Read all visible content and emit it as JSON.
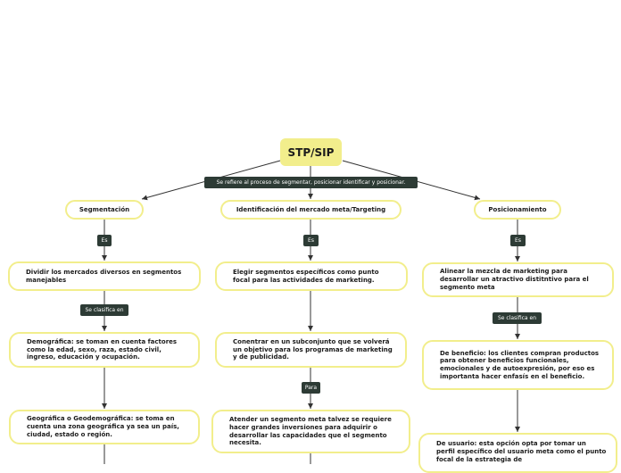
{
  "root": "STP/SIP",
  "root_link": "Se refiere al proceso de segmentar, posicionar identificar y posicionar.",
  "branches": {
    "segmentacion": {
      "title": "Segmentación",
      "link1": "Es",
      "def": "Dividir los mercados diversos en segmentos manejables",
      "link2": "Se clasifica en",
      "item1": "Demográfica: se toman en cuenta factores como la edad, sexo, raza, estado civil, ingreso, educación y ocupación.",
      "item2": "Geográfica o Geodemográfica: se toma en cuenta una zona geográfica ya sea un país, ciudad, estado o región."
    },
    "targeting": {
      "title": "Identificación del mercado meta/Targeting",
      "link1": "Es",
      "def": "Elegir segmentos específicos como punto focal para las actividades de marketing.",
      "item1": "Conentrar en un subconjunto que se volverá un objetivo para los programas de marketing y de publicidad.",
      "link2": "Para",
      "item2": "Atender un segmento meta talvez se requiere hacer grandes inversiones para adquirir o desarrollar las capacidades que el segmento necesita."
    },
    "posicionamiento": {
      "title": "Posicionamiento",
      "link1": "Es",
      "def": "Alinear la mezcla de marketing para desarrollar un atractivo distitntivo para el segmento meta",
      "link2": "Se clasifica en",
      "item1": "De beneficio: los clientes compran productos para obtener beneficios funcionales, emocionales y de autoexpresión, por eso es importanta hacer enfasís en el beneficio.",
      "item2": "De usuario: esta opción opta por tomar un perfil específico del usuario meta como el punto focal de la estrategia de"
    }
  }
}
